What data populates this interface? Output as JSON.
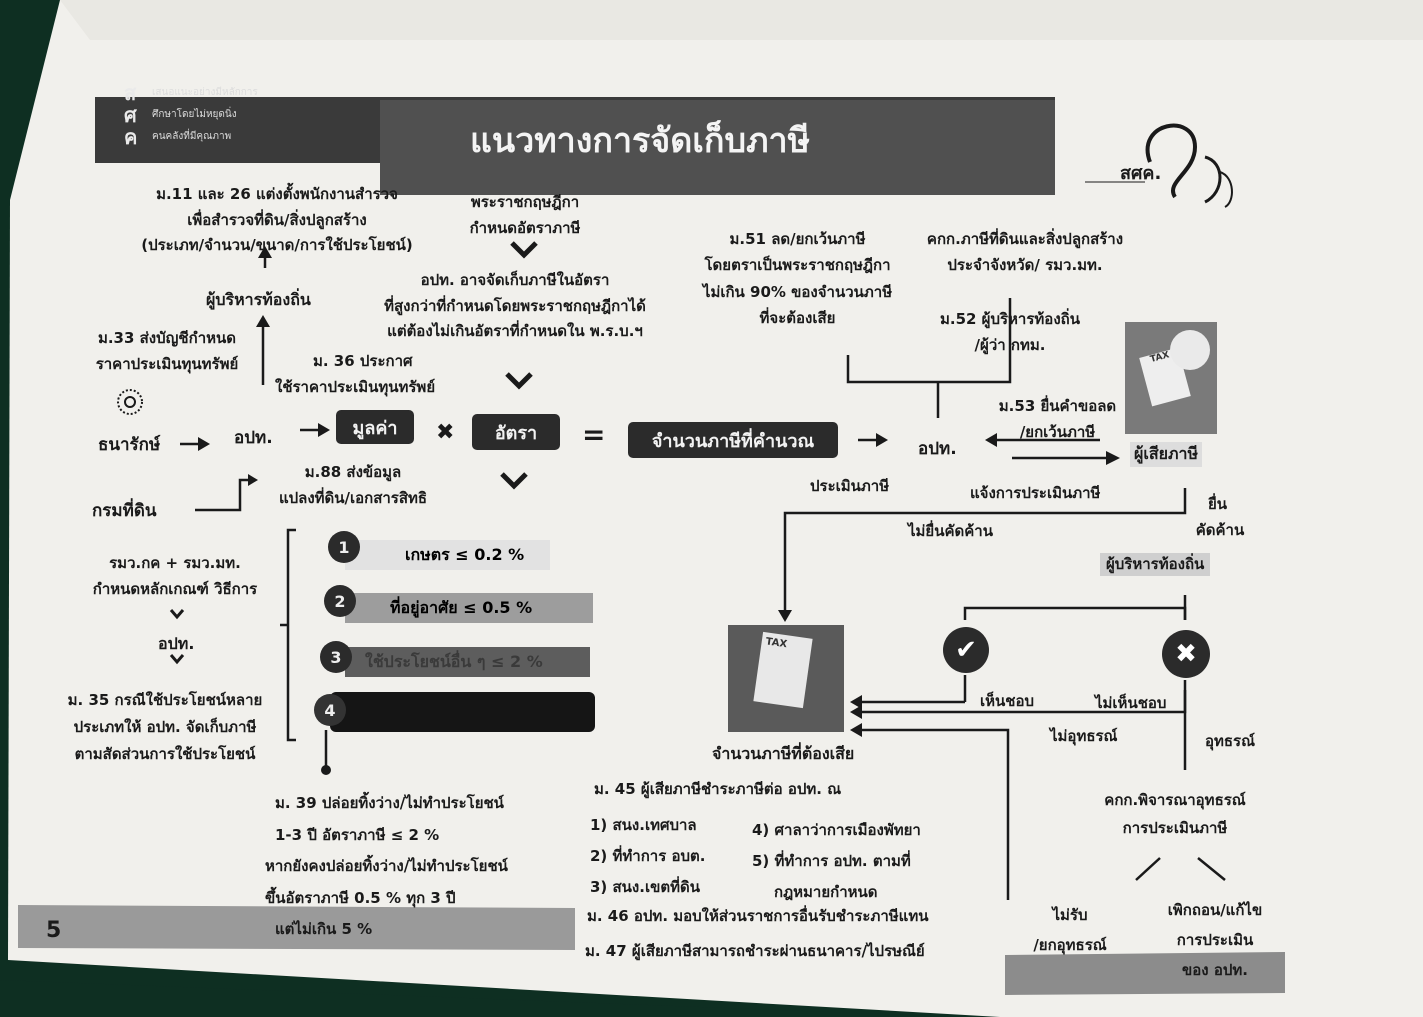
{
  "header": {
    "acronym": [
      {
        "letter": "ส",
        "text": "เสนอแนะอย่างมีหลักการ"
      },
      {
        "letter": "ศ",
        "text": "ศึกษาโดยไม่หยุดนิ่ง"
      },
      {
        "letter": "ค",
        "text": "คนคลังที่มีคุณภาพ"
      }
    ],
    "title": "แนวทางการจัดเก็บภาษี",
    "logo_text": "สศค."
  },
  "top": {
    "survey_lines": [
      "ม.11 และ 26 แต่งตั้งพนักงานสำรวจ",
      "เพื่อสำรวจที่ดิน/สิ่งปลูกสร้าง",
      "(ประเภท/จำนวน/ขนาด/การใช้ประโยชน์)"
    ],
    "decree_lines": [
      "พระราชกฤษฎีกา",
      "กำหนดอัตราภาษี"
    ],
    "opt_rate_lines": [
      "อปท. อาจจัดเก็บภาษีในอัตรา",
      "ที่สูงกว่าที่กำหนดโดยพระราชกฤษฎีกาได้",
      "แต่ต้องไม่เกินอัตราที่กำหนดใน พ.ร.บ.ฯ"
    ],
    "m51_lines": [
      "ม.51 ลด/ยกเว้นภาษี",
      "โดยตราเป็นพระราชกฤษฎีกา",
      "ไม่เกิน 90% ของจำนวนภาษี",
      "ที่จะต้องเสีย"
    ],
    "committee_lines": [
      "คกก.ภาษีที่ดินและสิ่งปลูกสร้าง",
      "ประจำจังหวัด/ รมว.มท."
    ],
    "m52_lines": [
      "ม.52 ผู้บริหารท้องถิ่น",
      "/ผู้ว่า กทม."
    ]
  },
  "left": {
    "local_exec": "ผู้บริหารท้องถิ่น",
    "m33_lines": [
      "ม.33 ส่งบัญชีกำหนด",
      "ราคาประเมินทุนทรัพย์"
    ],
    "m36_lines": [
      "ม. 36 ประกาศ",
      "ใช้ราคาประเมินทุนทรัพย์"
    ],
    "treasury": "ธนารักษ์",
    "opt": "อปท.",
    "land_dept": "กรมที่ดิน",
    "m88_lines": [
      "ม.88 ส่งข้อมูล",
      "แปลงที่ดิน/เอกสารสิทธิ"
    ],
    "ministers_lines": [
      "รมว.กค + รมว.มท.",
      "กำหนดหลักเกณฑ์ วิธีการ"
    ],
    "opt2": "อปท.",
    "m35_lines": [
      "ม. 35 กรณีใช้ประโยชน์หลาย",
      "ประเภทให้ อปท. จัดเก็บภาษี",
      "ตามสัดส่วนการใช้ประโยชน์"
    ]
  },
  "formula": {
    "value": "มูลค่า",
    "times": "✖",
    "rate": "อัตรา",
    "equals": "=",
    "computed": "จำนวนภาษีที่คำนวณ"
  },
  "rates": [
    {
      "num": "1",
      "label": "เกษตร ≤ 0.2 %"
    },
    {
      "num": "2",
      "label": "ที่อยู่อาศัย ≤ 0.5 %"
    },
    {
      "num": "3",
      "label": "ใช้ประโยชน์อื่น ๆ ≤ 2 %"
    },
    {
      "num": "4",
      "label": ""
    }
  ],
  "m39_lines": [
    "ม. 39 ปล่อยทิ้งว่าง/ไม่ทำประโยชน์",
    "1-3 ปี อัตราภาษี ≤ 2 %",
    "หากยังคงปล่อยทิ้งว่าง/ไม่ทำประโยชน์",
    "ขึ้นอัตราภาษี 0.5 % ทุก 3 ปี",
    "แต่ไม่เกิน 5 %"
  ],
  "right": {
    "m53_lines": [
      "ม.53 ยื่นคำขอลด",
      "/ยกเว้นภาษี"
    ],
    "opt": "อปท.",
    "taxpayer": "ผู้เสียภาษี",
    "assess": "ประเมินภาษี",
    "notify": "แจ้งการประเมินภาษี",
    "no_object": "ไม่ยื่นคัดค้าน",
    "object_lines": [
      "ยื่น",
      "คัดค้าน"
    ],
    "local_exec": "ผู้บริหารท้องถิ่น",
    "agree": "เห็นชอบ",
    "disagree": "ไม่เห็นชอบ",
    "no_appeal": "ไม่อุทธรณ์",
    "appeal": "อุทธรณ์",
    "tax_due": "จำนวนภาษีที่ต้องเสีย",
    "appeal_committee_lines": [
      "คกก.พิจารณาอุทธรณ์",
      "การประเมินภาษี"
    ],
    "reject_lines": [
      "ไม่รับ",
      "/ยกอุทธรณ์"
    ],
    "revoke_lines": [
      "เพิกถอน/แก้ไข",
      "การประเมิน",
      "ของ อปท."
    ],
    "tax_doc_label": "TAX"
  },
  "payment": {
    "m45": "ม. 45 ผู้เสียภาษีชำระภาษีต่อ อปท. ณ",
    "items_left": [
      "1) สนง.เทศบาล",
      "2) ที่ทำการ อบต.",
      "3) สนง.เขตที่ดิน"
    ],
    "items_right": [
      "4) ศาลาว่าการเมืองพัทยา",
      "5) ที่ทำการ อปท. ตามที่",
      "กฎหมายกำหนด"
    ],
    "m46": "ม. 46 อปท. มอบให้ส่วนราชการอื่นรับชำระภาษีแทน",
    "m47": "ม. 47 ผู้เสียภาษีสามารถชำระผ่านธนาคาร/ไปรษณีย์"
  },
  "page_number": "5"
}
